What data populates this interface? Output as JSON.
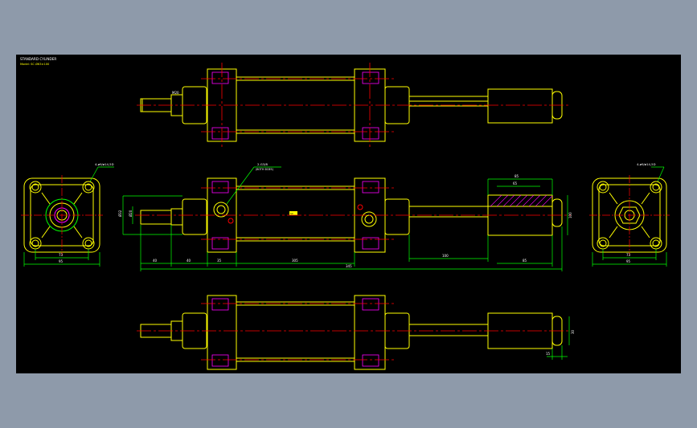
{
  "title_block": {
    "title": "STANDARD CYLINDER",
    "subtitle": "Model: SC Ø63×100"
  },
  "annotations": {
    "port_note": "2-G3/8",
    "port_sub": "(BOTH SIDES)",
    "end_hole_note_left": "4-ø9/ø14,5D",
    "end_hole_note_right": "4-ø9/ø14,5D",
    "badge": "SC"
  },
  "dimensions": {
    "end_w_outer": "95",
    "end_w_inner": "73",
    "end_w_outer_r": "95",
    "end_w_inner_r": "73",
    "rod_len_a": "40",
    "rod_len_b": "40",
    "cap_len": "35",
    "body_len": "305",
    "total_len": "345",
    "stroke": "100",
    "clevis_a": "85",
    "clevis_b": "65",
    "clevis_c": "85",
    "thread": "M20",
    "hole_dia": "Ø20",
    "rod_dia": "Ø32",
    "side_h": "100",
    "bot_a": "15",
    "bot_b": "30"
  },
  "colors": {
    "background": "#000000",
    "frame": "#8e9aaa",
    "outline": "#ffff00",
    "centerline": "#ff0000",
    "hidden": "#ff00ff",
    "dimension": "#00ff00",
    "text": "#ffffff",
    "hatch": "#ff00ff"
  }
}
